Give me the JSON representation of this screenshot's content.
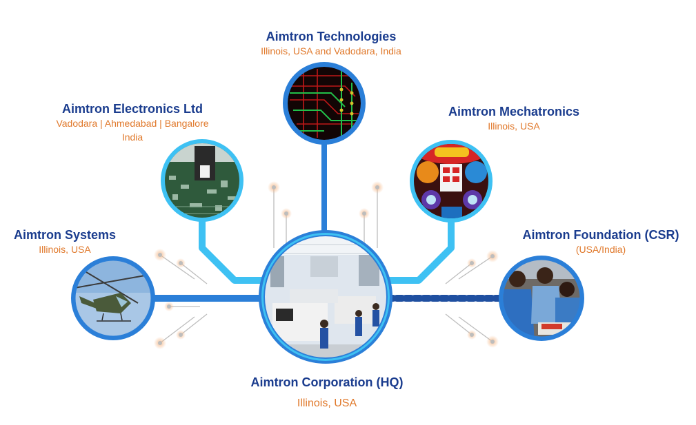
{
  "colors": {
    "title": "#1a3c8e",
    "subtitle": "#e0782a",
    "connector_dark": "#2b7fd8",
    "connector_light": "#3ec1f3",
    "dotted": "#1f4fa0",
    "circuit": "#b9b9b9",
    "glow": "#f5b98a"
  },
  "nodes": {
    "technologies": {
      "name": "Aimtron Technologies",
      "location": "Illinois, USA and Vadodara, India",
      "image": "circuit-board-layout"
    },
    "electronics": {
      "name": "Aimtron Electronics Ltd",
      "location_line1": "Vadodara | Ahmedabad | Bangalore",
      "location_line2": "India",
      "image": "pcb-assembly-machine"
    },
    "mechatronics": {
      "name": "Aimtron Mechatronics",
      "location": "Illinois, USA",
      "image": "gaming-machine-display"
    },
    "systems": {
      "name": "Aimtron Systems",
      "location": "Illinois, USA",
      "image": "helicopter"
    },
    "foundation": {
      "name": "Aimtron Foundation (CSR)",
      "location": "(USA/India)",
      "image": "students-in-lab"
    },
    "hq": {
      "name": "Aimtron Corporation (HQ)",
      "location": "Illinois, USA",
      "image": "factory-floor"
    }
  }
}
